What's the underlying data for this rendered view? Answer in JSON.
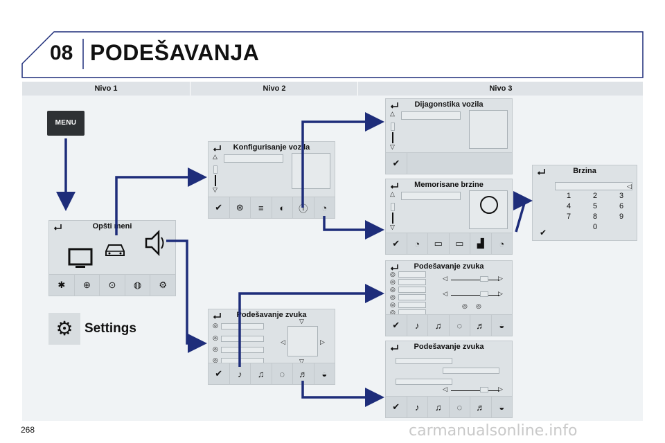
{
  "header": {
    "chapter": "08",
    "title": "PODEŠAVANJA"
  },
  "levels": [
    "Nivo 1",
    "Nivo 2",
    "Nivo 3"
  ],
  "menu_button": "MENU",
  "screens": {
    "general": {
      "title": "Opšti meni"
    },
    "settings_label": "Settings",
    "vehicle_config": {
      "title": "Konfigurisanje vozila"
    },
    "sound_l2": {
      "title": "Podešavanje zvuka"
    },
    "diagnostics": {
      "title": "Dijagonstika vozila"
    },
    "speed_memory": {
      "title": "Memorisane brzine"
    },
    "sound_l3a": {
      "title": "Podešavanje zvuka"
    },
    "sound_l3b": {
      "title": "Podešavanje zvuka"
    },
    "speed": {
      "title": "Brzina",
      "keys": [
        "1",
        "2",
        "3",
        "4",
        "5",
        "6",
        "7",
        "8",
        "9",
        "0"
      ]
    }
  },
  "icons": {
    "back": "back-arrow-icon",
    "check": "check-icon"
  },
  "colors": {
    "arrow": "#1e2d7a",
    "panel": "#dde2e5"
  },
  "footer": {
    "page_number": "268",
    "watermark": "carmanualsonline.info"
  }
}
